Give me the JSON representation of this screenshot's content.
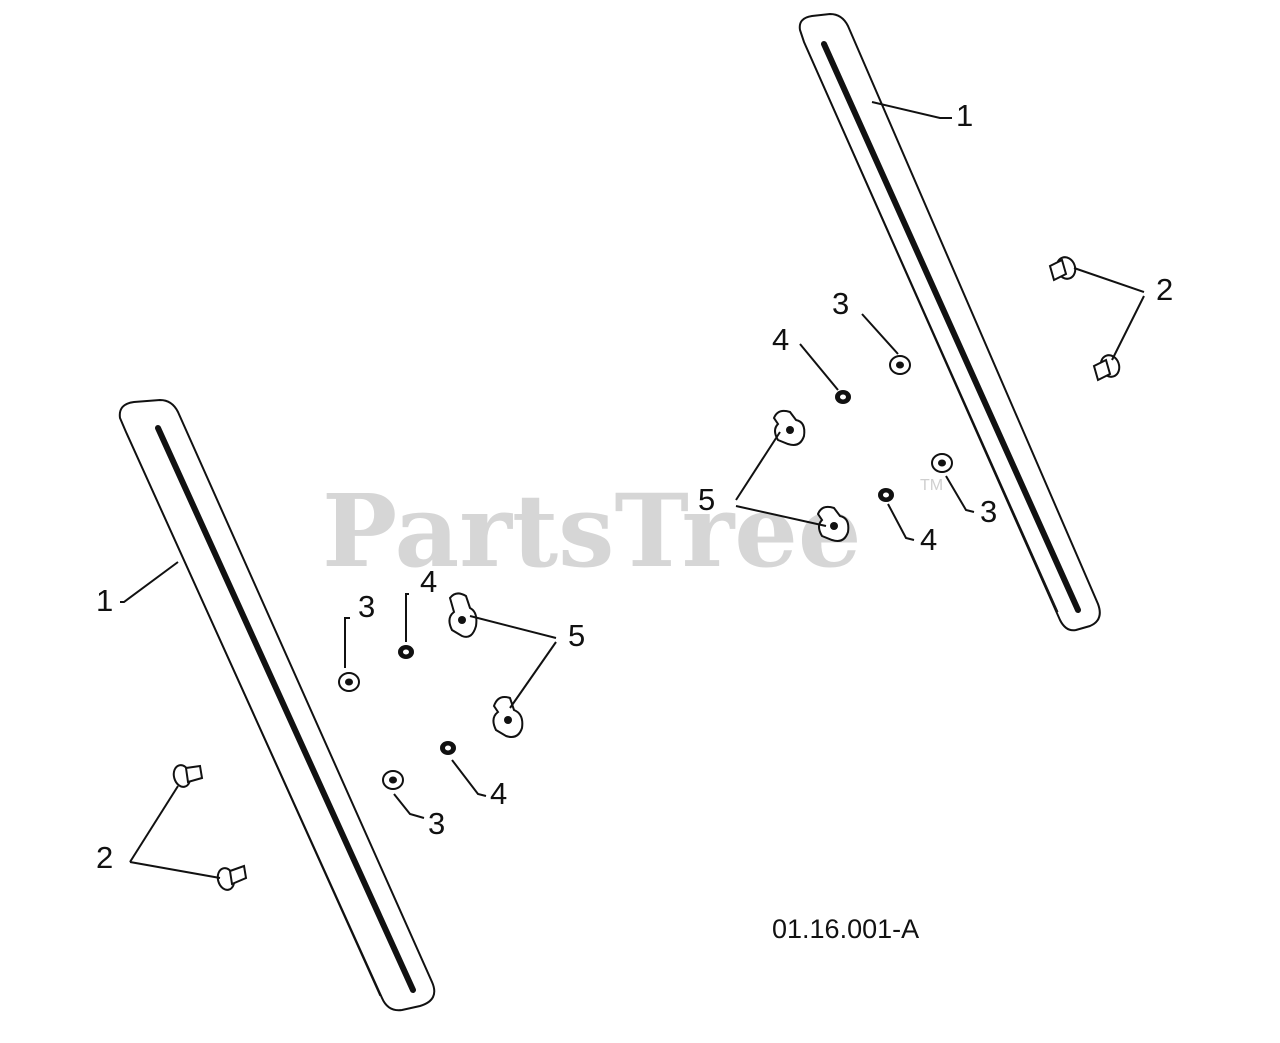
{
  "watermark": {
    "text": "PartsTree",
    "trademark": "TM"
  },
  "diagram_code": "01.16.001-A",
  "callouts": {
    "left": {
      "rail": "1",
      "bolts": "2",
      "washer_top": "3",
      "washer_bottom": "3",
      "nut_top": "4",
      "nut_bottom": "4",
      "wing_nuts": "5"
    },
    "right": {
      "rail": "1",
      "bolts": "2",
      "washer_top": "3",
      "washer_bottom": "3",
      "nut_top": "4",
      "nut_bottom": "4",
      "wing_nuts": "5"
    }
  }
}
